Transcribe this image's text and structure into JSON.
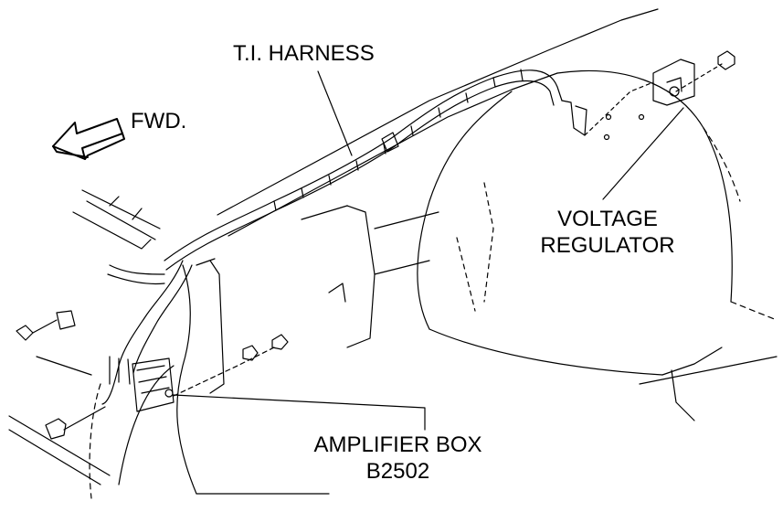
{
  "labels": {
    "ti_harness": "T.I. HARNESS",
    "fwd": "FWD.",
    "voltage_regulator": [
      "VOLTAGE",
      "REGULATOR"
    ],
    "amplifier_box": [
      "AMPLIFIER BOX",
      "B2502"
    ]
  },
  "colors": {
    "line": "#000000",
    "background": "#ffffff",
    "arrow_fill": "#ffffff"
  },
  "icons": {
    "direction_arrow": "forward-arrow-icon"
  }
}
